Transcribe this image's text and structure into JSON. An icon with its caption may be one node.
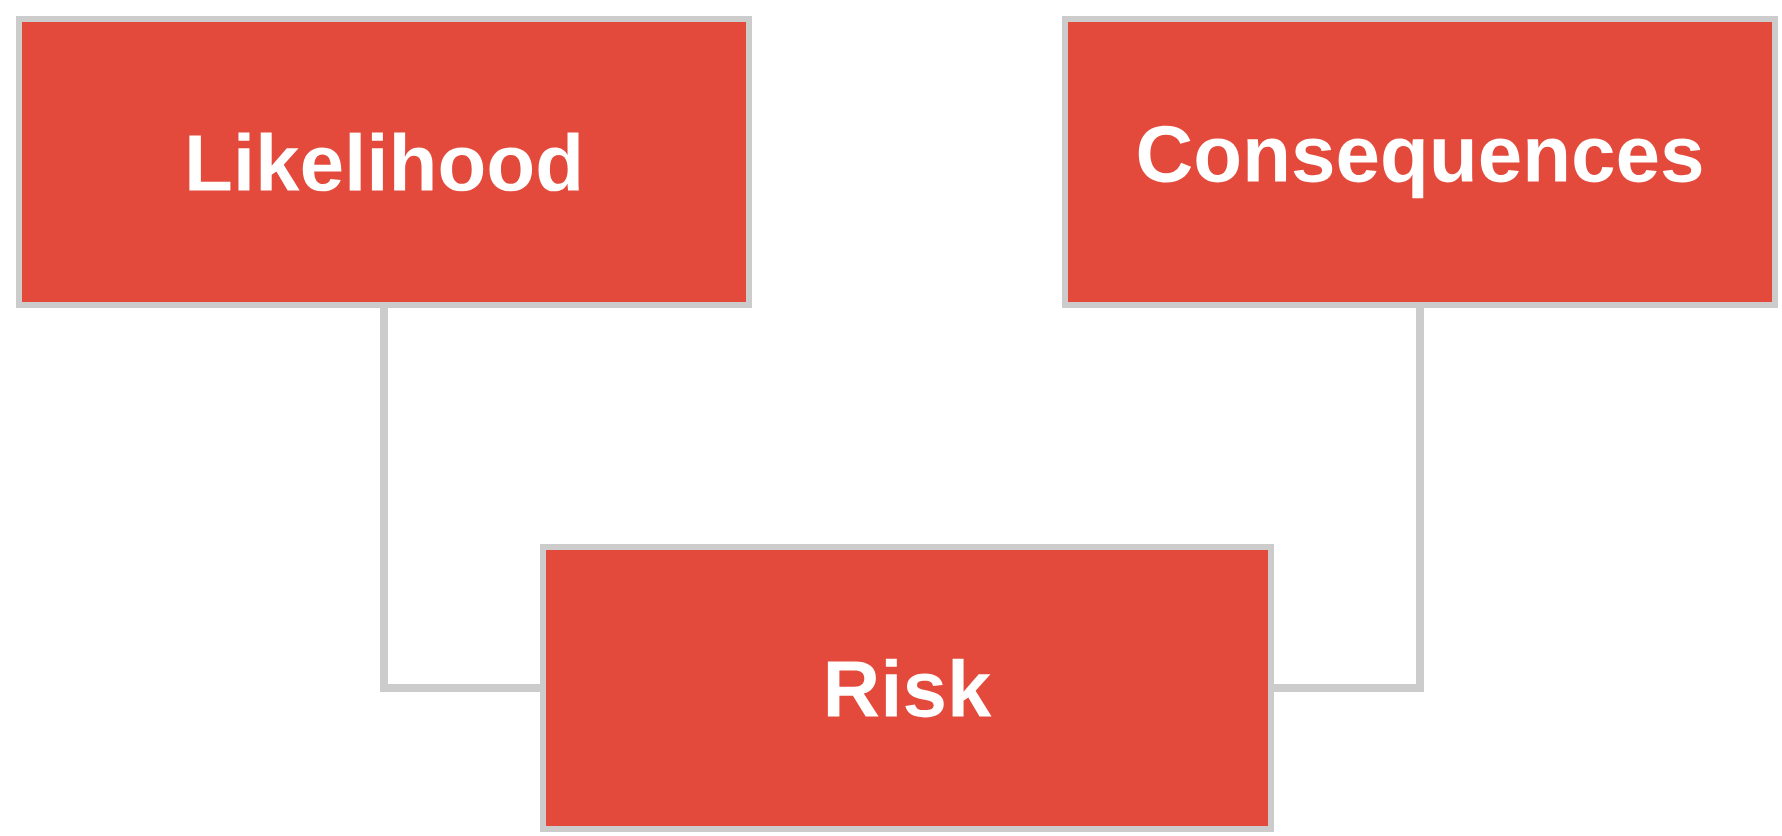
{
  "diagram": {
    "nodes": [
      {
        "text": [
          "Likelihood"
        ]
      },
      {
        "text": [
          "Consequences"
        ]
      },
      {
        "text": [
          "Risk"
        ]
      }
    ],
    "edges": [
      {
        "from": 0,
        "to": 2,
        "arrow": "none"
      },
      {
        "from": 1,
        "to": 2,
        "arrow": "none"
      }
    ]
  }
}
